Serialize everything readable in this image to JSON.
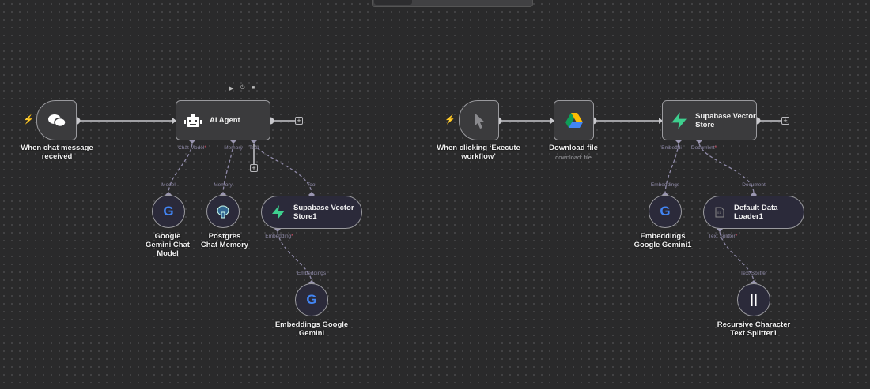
{
  "canvas": {
    "background": "#2a2a2b",
    "accent_required": "#e0506a"
  },
  "toolbar_icons": [
    "play-icon",
    "power-icon",
    "trash-icon",
    "more-icon"
  ],
  "workflow1": {
    "trigger": {
      "name": "When chat message received",
      "icon": "chat-bubbles-icon"
    },
    "agent": {
      "name": "AI Agent",
      "icon": "robot-icon",
      "handles": {
        "chat_model": "Chat Model",
        "memory": "Memory",
        "tool": "Tool"
      }
    },
    "chat_model": {
      "name": "Google Gemini Chat Model",
      "input_label": "Model",
      "icon": "google-icon"
    },
    "memory": {
      "name": "Postgres Chat Memory",
      "input_label": "Memory",
      "icon": "postgres-icon"
    },
    "vector_tool": {
      "name": "Supabase Vector Store1",
      "input_label": "Tool",
      "handle": "Embedding",
      "icon": "supabase-icon"
    },
    "embeddings": {
      "name": "Embeddings Google Gemini",
      "input_label": "Embeddings",
      "icon": "google-icon"
    }
  },
  "workflow2": {
    "trigger": {
      "name": "When clicking ‘Execute workflow’",
      "icon": "cursor-icon"
    },
    "download": {
      "name": "Download file",
      "subtitle": "download: file",
      "icon": "google-drive-icon"
    },
    "vector_store": {
      "name": "Supabase Vector Store",
      "handles": {
        "embedding": "Embeddi",
        "document": "Document"
      },
      "icon": "supabase-icon"
    },
    "embeddings": {
      "name": "Embeddings Google Gemini1",
      "input_label": "Embeddings",
      "icon": "google-icon"
    },
    "loader": {
      "name": "Default Data Loader1",
      "input_label": "Document",
      "handle": "Text Splitter",
      "icon": "binary-file-icon"
    },
    "splitter": {
      "name": "Recursive Character Text Splitter1",
      "input_label": "Text Splitter",
      "icon": "splitter-icon"
    }
  }
}
